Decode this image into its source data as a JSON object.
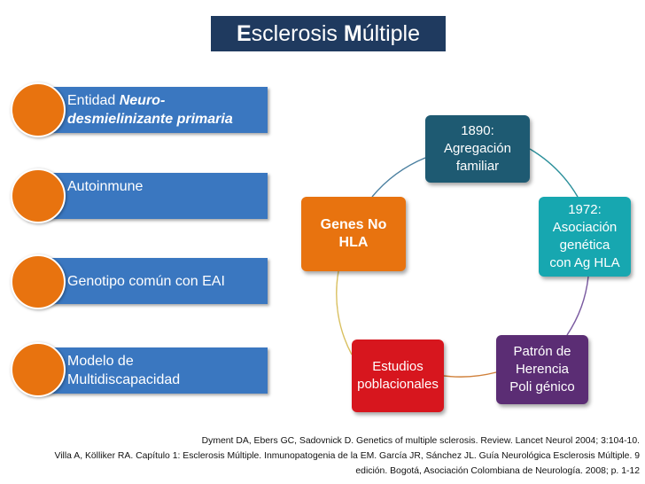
{
  "title": {
    "part1_initial": "E",
    "part1_rest": "sclerosis ",
    "part2_initial": "M",
    "part2_rest": "últiple"
  },
  "left_list": [
    {
      "line1": "Entidad ",
      "line1_italic": "Neuro-",
      "line2_italic": "desmielinizante primaria"
    },
    {
      "text": "Autoinmune"
    },
    {
      "text": "Genotipo común  con EAI"
    },
    {
      "line1": "Modelo de",
      "line2": "Multidiscapacidad"
    }
  ],
  "cycle_nodes": [
    {
      "label": "1890:\nAgregación\nfamiliar",
      "color": "#1e5a72"
    },
    {
      "label": "1972:\nAsociación\ngenética\ncon Ag HLA",
      "color": "#17a7b0"
    },
    {
      "label": "Patrón de\nHerencia\nPoli génico",
      "color": "#5b2d74"
    },
    {
      "label": "Estudios\npoblacionales",
      "color": "#d7161e"
    },
    {
      "label": "Genes No\nHLA",
      "color": "#e8730f"
    }
  ],
  "references": {
    "line1": "Dyment DA, Ebers GC, Sadovnick D. Genetics of multiple sclerosis. Review. Lancet Neurol 2004; 3:104-10.",
    "line2": "Villa A, Kölliker RA. Capítulo 1: Esclerosis Múltiple. Inmunopatogenia de la EM. García JR, Sánchez JL. Guía Neurológica Esclerosis Múltiple.  9",
    "line3": "edición. Bogotá, Asociación Colombiana de Neurología. 2008; p. 1-12"
  },
  "colors": {
    "title_bg": "#1f3a5f",
    "list_bar": "#3a77c0",
    "list_dot": "#e8730f"
  }
}
